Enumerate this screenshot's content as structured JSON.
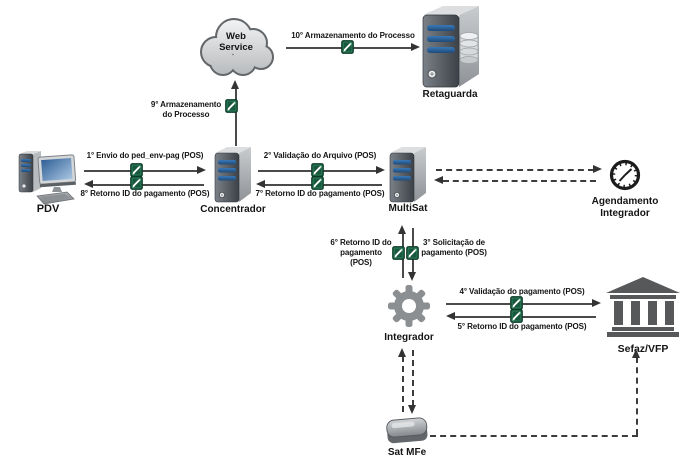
{
  "nodes": {
    "pdv": "PDV",
    "concentrador": "Concentrador",
    "web_service": "Web Service",
    "retaguarda": "Retaguarda",
    "multisat": "MultiSat",
    "agendamento_integrador": "Agendamento Integrador",
    "integrador": "Integrador",
    "sefaz_vfp": "Sefaz/VFP",
    "sat_mfe": "Sat MFe"
  },
  "flows": {
    "step1": "1° Envio do ped_env-pag (POS)",
    "step2": "2° Validação do Arquivo (POS)",
    "step3": "3° Solicitação de pagamento (POS)",
    "step4": "4° Validação do pagamento (POS)",
    "step5": "5° Retorno ID do pagamento (POS)",
    "step6": "6° Retorno ID do pagamento (POS)",
    "step7": "7° Retorno ID do pagamento (POS)",
    "step8": "8° Retorno ID do pagamento (POS)",
    "step9": "9° Armazenamento do Processo",
    "step10": "10° Armazenamento do Processo"
  },
  "colors": {
    "doc_icon_green": "#17583e",
    "arrow": "#3c3c3c",
    "server_stripe_blue": "#2e6295",
    "bank_gray": "#57585a",
    "gear_gray": "#8c8f92"
  }
}
